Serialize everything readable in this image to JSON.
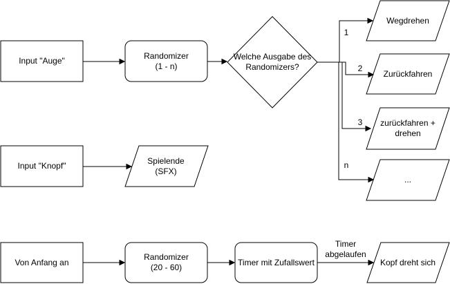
{
  "nodes": {
    "input_auge": "Input \"Auge\"",
    "randomizer_1": [
      "Randomizer",
      "(1 - n)"
    ],
    "decision": [
      "Welche Ausgabe des",
      "Randomizers?"
    ],
    "wegdrehen": "Wegdrehen",
    "zurueckfahren": "Zurückfahren",
    "zurueckfahren_drehen": [
      "zurückfahren +",
      "drehen"
    ],
    "ellipsis": "...",
    "input_knopf": "Input \"Knopf\"",
    "spielende": [
      "Spielende",
      "(SFX)"
    ],
    "von_anfang": "Von Anfang an",
    "randomizer_2": [
      "Randomizer",
      "(20 - 60)"
    ],
    "timer": "Timer mit Zufallswert",
    "kopf": "Kopf dreht sich"
  },
  "edge_labels": {
    "branch_1": "1",
    "branch_2": "2",
    "branch_3": "3",
    "branch_n": "n",
    "timer_done": [
      "Timer",
      "abgelaufen"
    ]
  },
  "colors": {
    "stroke": "#000000",
    "fill": "#ffffff",
    "text": "#000000"
  }
}
